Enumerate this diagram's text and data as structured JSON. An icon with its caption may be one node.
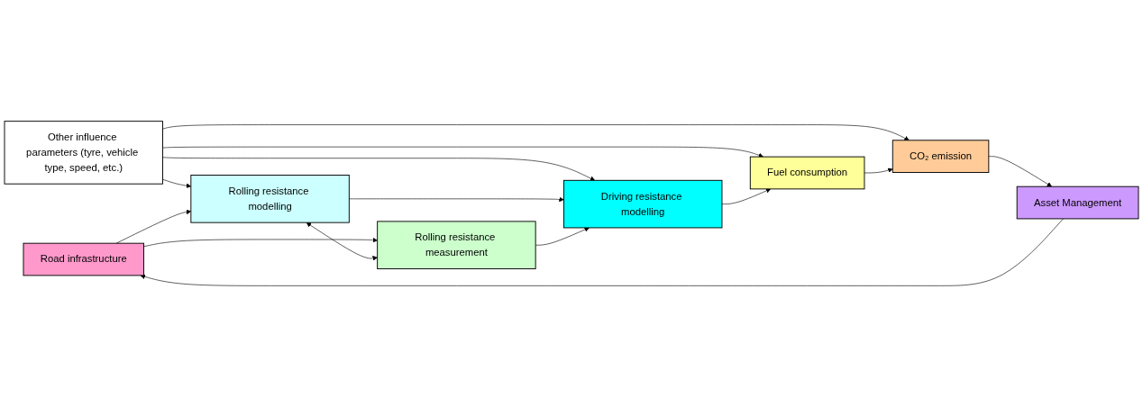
{
  "diagram": {
    "nodes": [
      {
        "text": [
          "Other influence parameters (tyre, vehicle type, speed, etc.)"
        ]
      },
      {
        "text": [
          "Road infrastructure"
        ]
      },
      {
        "text": [
          "Rolling resistance modelling"
        ]
      },
      {
        "text": [
          "Rolling resistance measurement"
        ]
      },
      {
        "text": [
          "Driving resistance modelling"
        ]
      },
      {
        "text": [
          "Fuel consumption"
        ]
      },
      {
        "text": [
          "CO₂ emission"
        ]
      },
      {
        "text": [
          "Asset Management"
        ]
      }
    ],
    "edges": [
      {
        "from": 0,
        "to": 2,
        "arrow": "to"
      },
      {
        "from": 0,
        "to": 4,
        "arrow": "to"
      },
      {
        "from": 0,
        "to": 5,
        "arrow": "to"
      },
      {
        "from": 0,
        "to": 6,
        "arrow": "to"
      },
      {
        "from": 1,
        "to": 2,
        "arrow": "to"
      },
      {
        "from": 1,
        "to": 3,
        "arrow": "to"
      },
      {
        "from": 2,
        "to": 3,
        "arrow": "both"
      },
      {
        "from": 2,
        "to": 4,
        "arrow": "to"
      },
      {
        "from": 3,
        "to": 4,
        "arrow": "to"
      },
      {
        "from": 4,
        "to": 5,
        "arrow": "to"
      },
      {
        "from": 5,
        "to": 6,
        "arrow": "to"
      },
      {
        "from": 6,
        "to": 7,
        "arrow": "to"
      },
      {
        "from": 7,
        "to": 1,
        "arrow": "to"
      }
    ]
  }
}
